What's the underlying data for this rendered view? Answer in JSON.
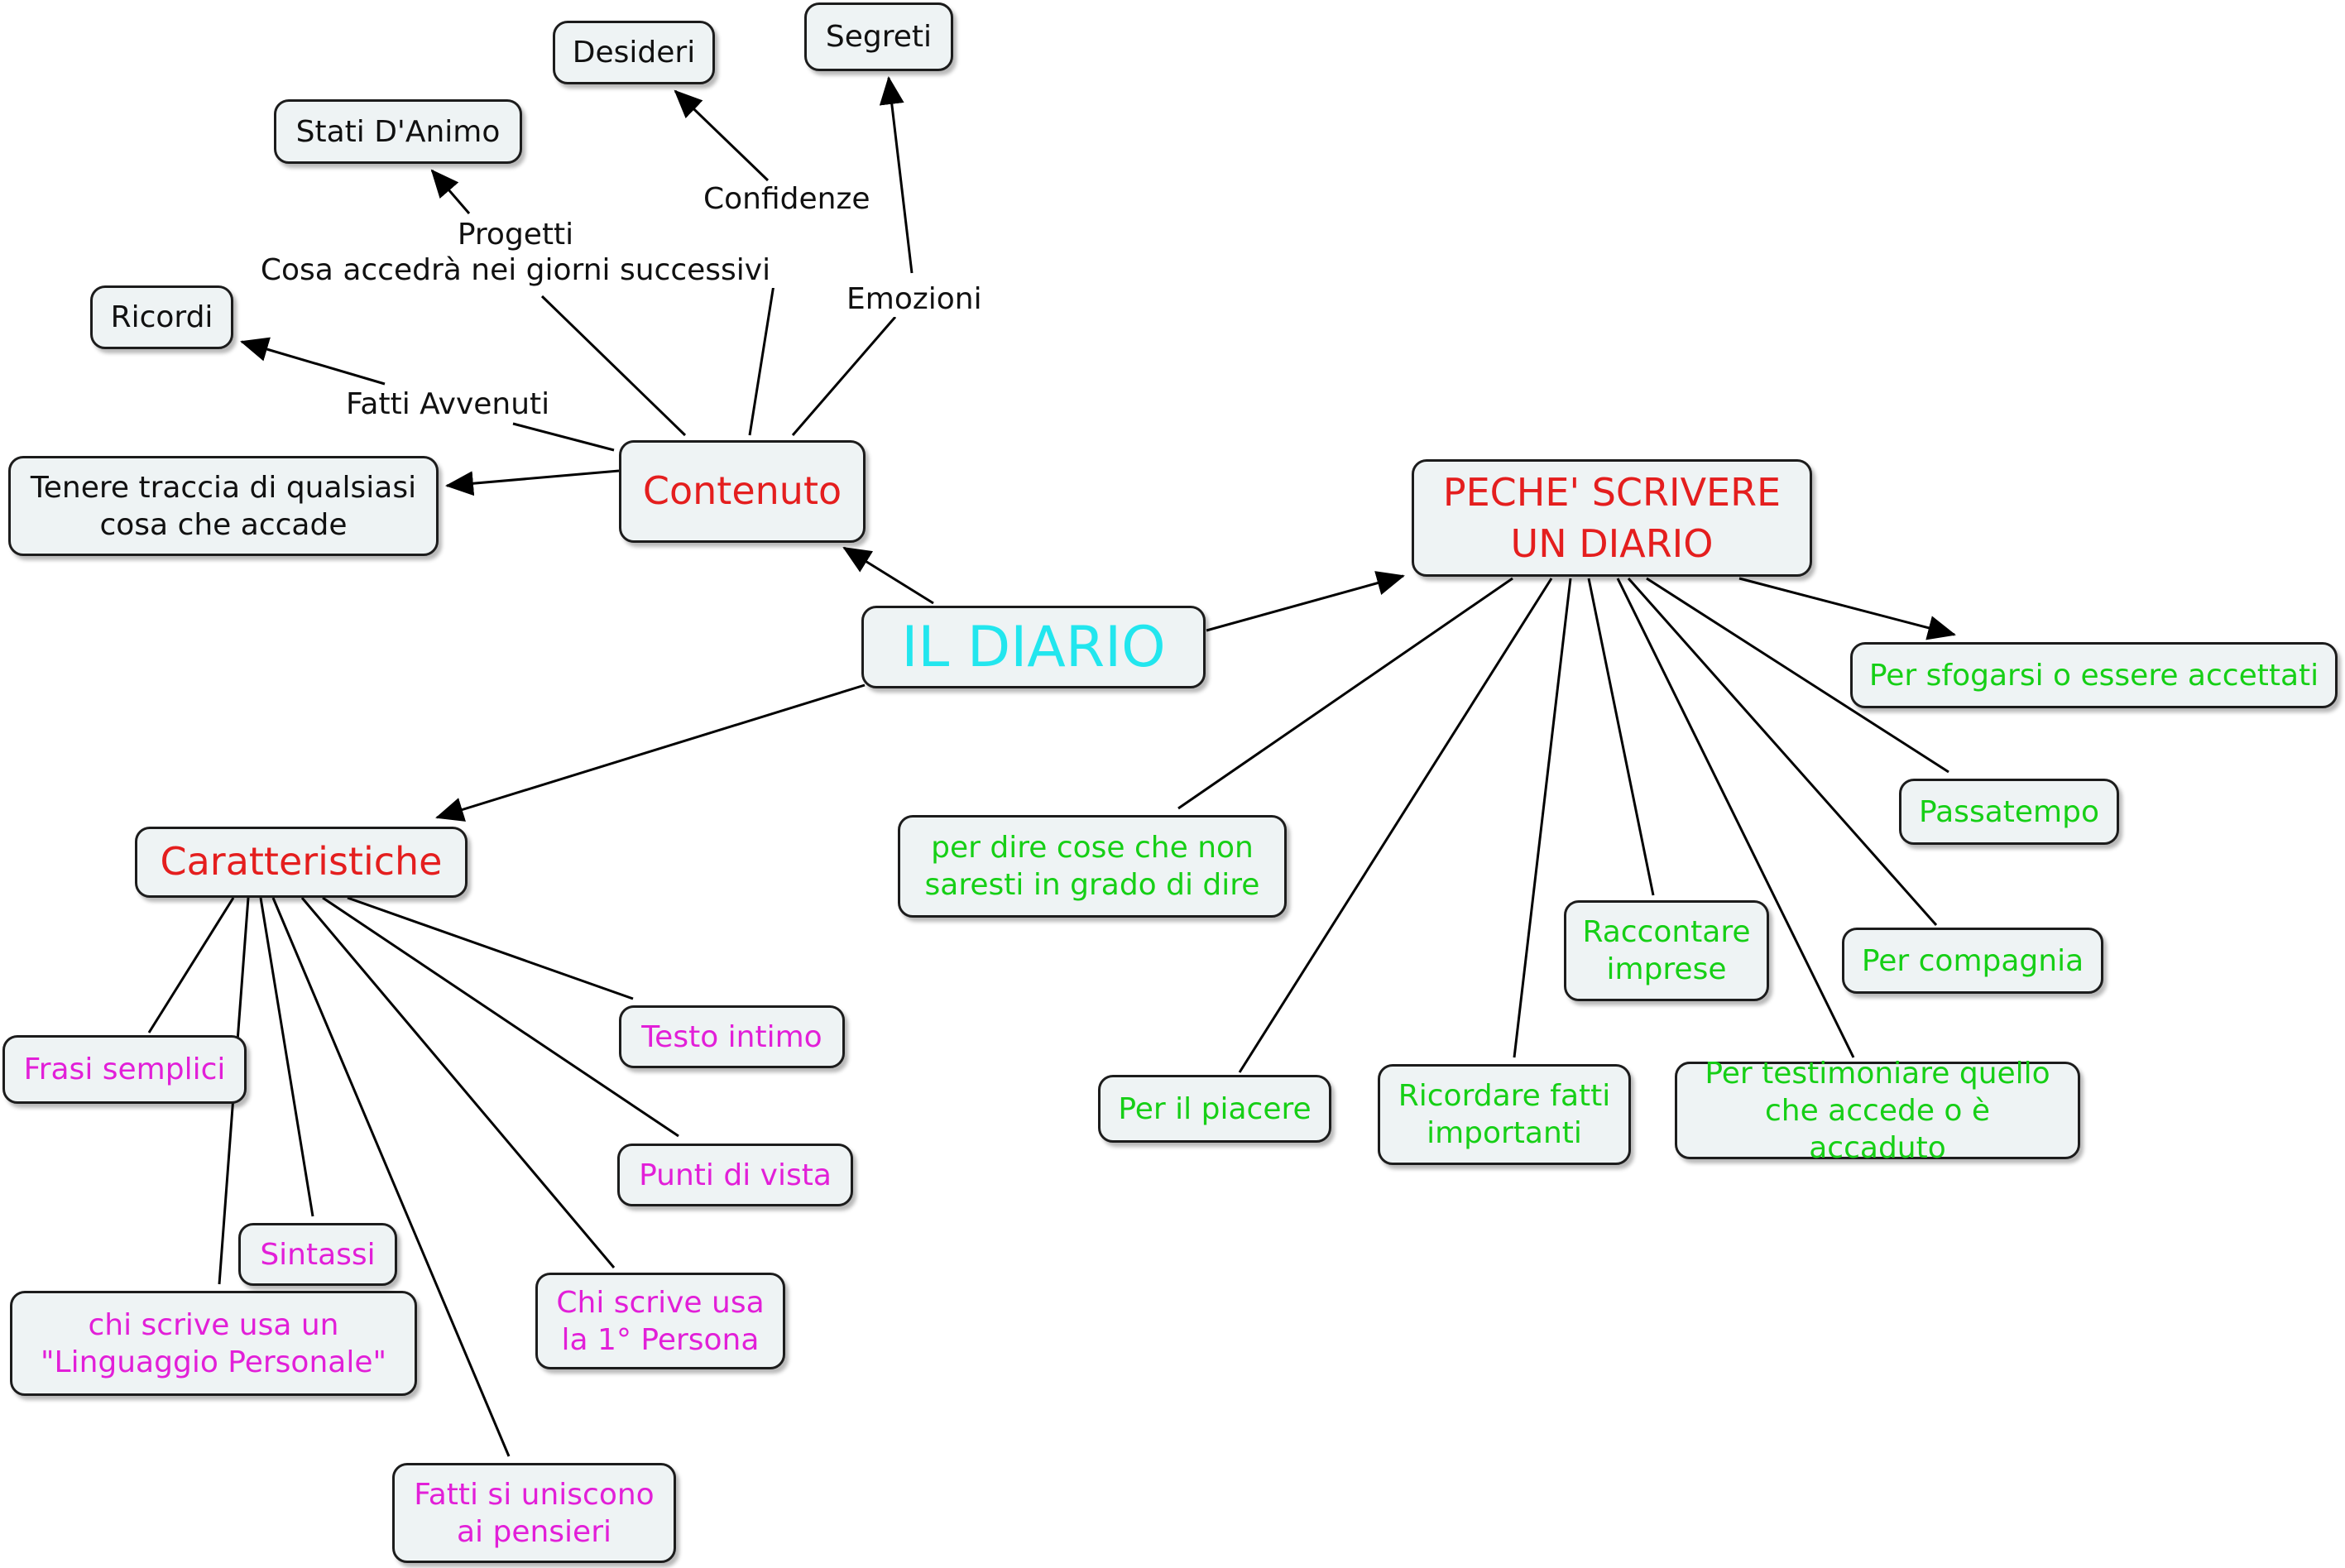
{
  "center": "IL DIARIO",
  "contenuto": {
    "title": "Contenuto",
    "tenere_traccia": "Tenere traccia di qualsiasi\ncosa che accade",
    "links": {
      "fatti_avvenuti": "Fatti Avvenuti",
      "progetti": "Progetti\nCosa accedrà nei giorni successivi",
      "confidenze": "Confidenze",
      "emozioni": "Emozioni"
    },
    "ricordi": "Ricordi",
    "stati_animo": "Stati D'Animo",
    "desideri": "Desideri",
    "segreti": "Segreti"
  },
  "perche": {
    "title": "PECHE' SCRIVERE\nUN DIARIO",
    "items": [
      "Per sfogarsi o essere accettati",
      "Passatempo",
      "Per compagnia",
      "Per testimoniare quello\nche accede o è accaduto",
      "Raccontare\nimprese",
      "Ricordare fatti\nimportanti",
      "Per il piacere",
      "per dire cose che non\nsaresti in grado di dire"
    ]
  },
  "caratteristiche": {
    "title": "Caratteristiche",
    "items": [
      "Testo intimo",
      "Punti di vista",
      "Chi scrive usa\nla 1° Persona",
      "Fatti si uniscono\nai pensieri",
      "chi scrive usa un\n\"Linguaggio Personale\"",
      "Sintassi",
      "Frasi semplici"
    ]
  }
}
